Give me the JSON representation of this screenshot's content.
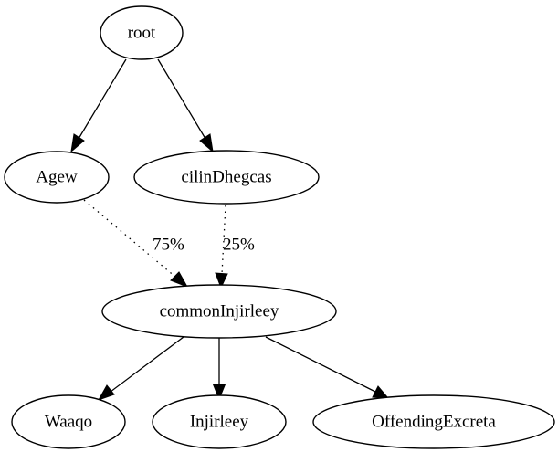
{
  "nodes": [
    {
      "id": "root",
      "label": "root"
    },
    {
      "id": "agew",
      "label": "Agew"
    },
    {
      "id": "cilin",
      "label": "cilinDhegcas"
    },
    {
      "id": "common",
      "label": "commonInjirleey"
    },
    {
      "id": "waaqo",
      "label": "Waaqo"
    },
    {
      "id": "injirleey",
      "label": "Injirleey"
    },
    {
      "id": "offending",
      "label": "OffendingExcreta"
    }
  ],
  "edges": [
    {
      "from": "root",
      "to": "agew",
      "style": "solid",
      "label": ""
    },
    {
      "from": "root",
      "to": "cilin",
      "style": "solid",
      "label": ""
    },
    {
      "from": "agew",
      "to": "common",
      "style": "dotted",
      "label": "75%"
    },
    {
      "from": "cilin",
      "to": "common",
      "style": "dotted",
      "label": "25%"
    },
    {
      "from": "common",
      "to": "waaqo",
      "style": "solid",
      "label": ""
    },
    {
      "from": "common",
      "to": "injirleey",
      "style": "solid",
      "label": ""
    },
    {
      "from": "common",
      "to": "offending",
      "style": "solid",
      "label": ""
    }
  ]
}
